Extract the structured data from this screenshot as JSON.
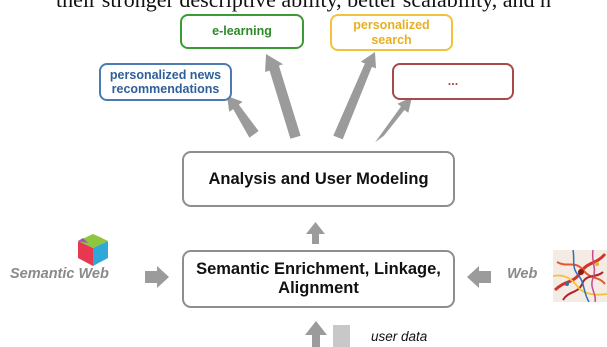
{
  "header_fragment": "their stronger descriptive ability, better scalability, and h",
  "applications": {
    "news": "personalized news recommendations",
    "elearning": "e-learning",
    "search": "personalized search",
    "more": "..."
  },
  "layers": {
    "analysis": "Analysis and User Modeling",
    "enrichment": "Semantic Enrichment, Linkage, Alignment"
  },
  "inputs": {
    "semantic_web": "Semantic Web",
    "web": "Web",
    "user_data": "user data"
  },
  "colors": {
    "news": "#4d7ab3",
    "elearning": "#3b9a34",
    "search": "#f2c23c",
    "more": "#a84a4a",
    "arrow": "#9b9b9b",
    "core_border": "#8e8e8e"
  },
  "icons": [
    "semantic-web-cube-icon",
    "web-network-image-icon",
    "user-data-square-icon"
  ]
}
